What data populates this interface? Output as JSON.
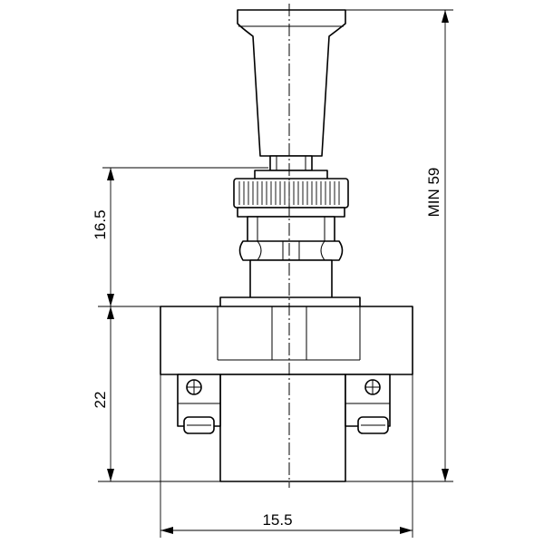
{
  "dimensions": {
    "body_height": "22",
    "stem_length": "16.5",
    "width": "15.5",
    "total_height": "MIN 59"
  },
  "colors": {
    "line": "#000000",
    "background": "#ffffff"
  }
}
